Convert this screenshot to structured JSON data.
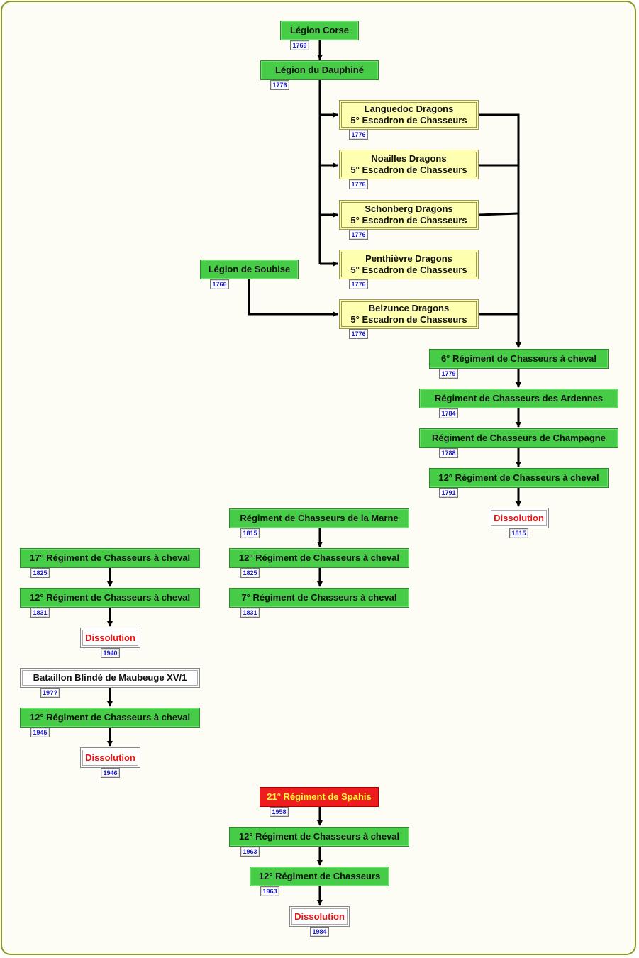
{
  "nodes": {
    "legion_corse": {
      "label": "Légion Corse",
      "year": "1769"
    },
    "legion_dauphine": {
      "label": "Légion du Dauphiné",
      "year": "1776"
    },
    "languedoc": {
      "line1": "Languedoc Dragons",
      "line2": "5° Escadron de Chasseurs",
      "year": "1776"
    },
    "noailles": {
      "line1": "Noailles Dragons",
      "line2": "5° Escadron de Chasseurs",
      "year": "1776"
    },
    "schonberg": {
      "line1": "Schonberg Dragons",
      "line2": "5° Escadron de Chasseurs",
      "year": "1776"
    },
    "penthievre": {
      "line1": "Penthièvre Dragons",
      "line2": "5° Escadron de Chasseurs",
      "year": "1776"
    },
    "legion_soubise": {
      "label": "Légion de Soubise",
      "year": "1766"
    },
    "belzunce": {
      "line1": "Belzunce Dragons",
      "line2": "5° Escadron de Chasseurs",
      "year": "1776"
    },
    "rca6": {
      "label": "6° Régiment de Chasseurs à cheval",
      "year": "1779"
    },
    "rc_ardennes": {
      "label": "Régiment de Chasseurs des Ardennes",
      "year": "1784"
    },
    "rc_champagne": {
      "label": "Régiment de Chasseurs de Champagne",
      "year": "1788"
    },
    "rca12_1791": {
      "label": "12° Régiment de Chasseurs à cheval",
      "year": "1791"
    },
    "dissolution_1815": {
      "label": "Dissolution",
      "year": "1815"
    },
    "rc_marne": {
      "label": "Régiment de Chasseurs de la Marne",
      "year": "1815"
    },
    "rca12_1825": {
      "label": "12° Régiment de Chasseurs à cheval",
      "year": "1825"
    },
    "rca7_1831": {
      "label": "7° Régiment de Chasseurs à cheval",
      "year": "1831"
    },
    "rca17_1825": {
      "label": "17° Régiment de Chasseurs à cheval",
      "year": "1825"
    },
    "rca12_1831": {
      "label": "12° Régiment de Chasseurs à cheval",
      "year": "1831"
    },
    "dissolution_1940": {
      "label": "Dissolution",
      "year": "1940"
    },
    "maubeuge": {
      "label": "Bataillon Blindé de Maubeuge XV/1",
      "year": "19??"
    },
    "rca12_1945": {
      "label": "12° Régiment de Chasseurs à cheval",
      "year": "1945"
    },
    "dissolution_1946": {
      "label": "Dissolution",
      "year": "1946"
    },
    "spahis21": {
      "label": "21° Régiment de Spahis",
      "year": "1958"
    },
    "rca12_1963": {
      "label": "12° Régiment de Chasseurs à cheval",
      "year": "1963"
    },
    "rc12_1963": {
      "label": "12° Régiment de Chasseurs",
      "year": "1963"
    },
    "dissolution_1984": {
      "label": "Dissolution",
      "year": "1984"
    }
  },
  "colors": {
    "green": "#46cc46",
    "yellow": "#ffffb0",
    "red": "#ee1c1c",
    "frame": "#8a9a1e",
    "year_text": "#1a1acc",
    "dissolution_text": "#ee1111"
  }
}
